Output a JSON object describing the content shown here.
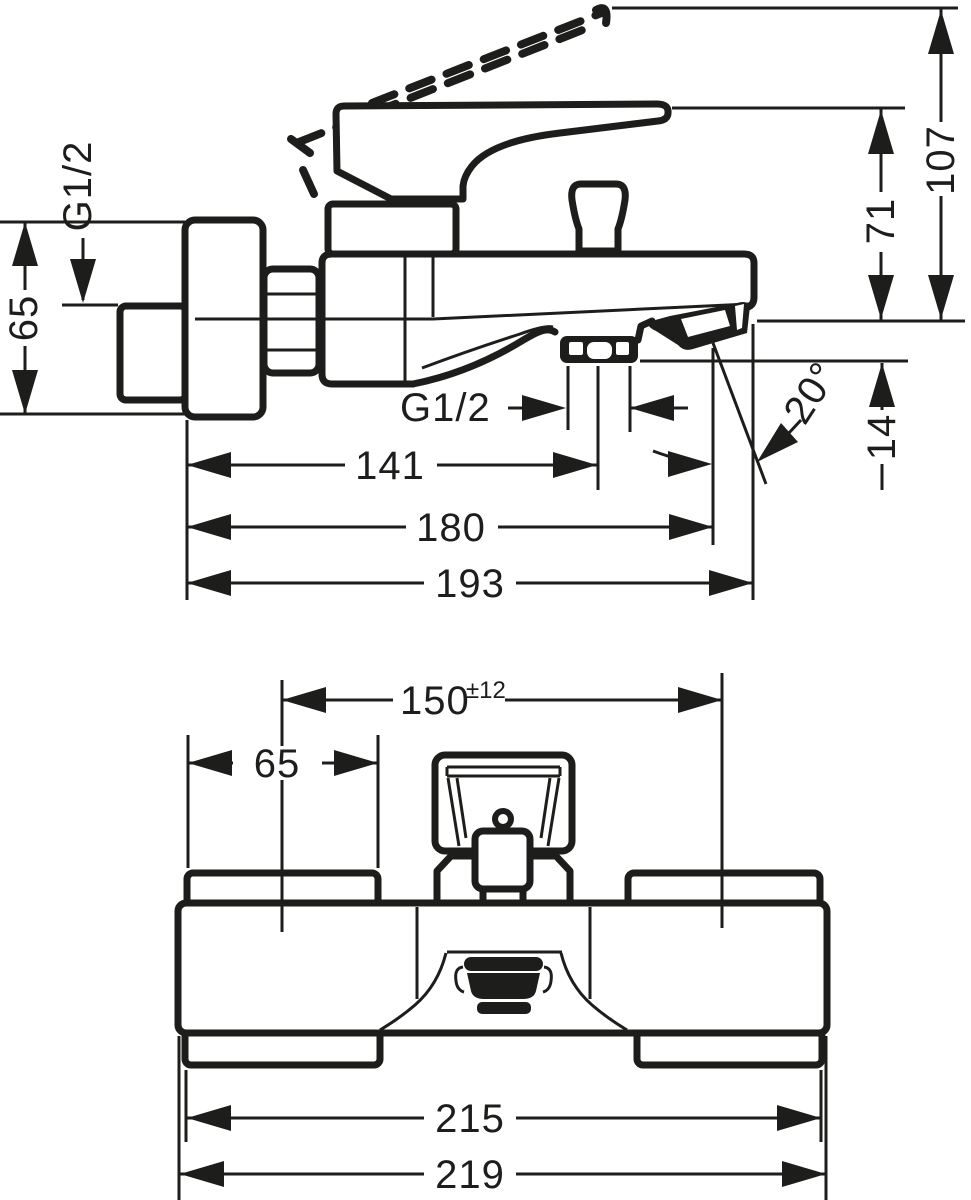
{
  "drawing": {
    "kind": "technical-dimension-drawing",
    "subject": "wall-mounted single-lever bath and shower mixer",
    "units": "mm"
  },
  "colors": {
    "ink": "#1d1d1b",
    "paper": "#ffffff"
  },
  "side_view": {
    "labels": {
      "wall_thread": "G1/2",
      "escutcheon_diameter": "65",
      "hose_thread": "G1/2",
      "depth_to_hose": "141",
      "depth_to_spout": "180",
      "depth_total": "193",
      "height_to_lever": "71",
      "height_total": "107",
      "spout_drop": "14",
      "spout_angle": "20°"
    }
  },
  "front_view": {
    "labels": {
      "hole_centers": "150",
      "hole_centers_tolerance": "±12",
      "escutcheon_diameter": "65",
      "width_over_escutcheons": "215",
      "width_total": "219"
    }
  }
}
